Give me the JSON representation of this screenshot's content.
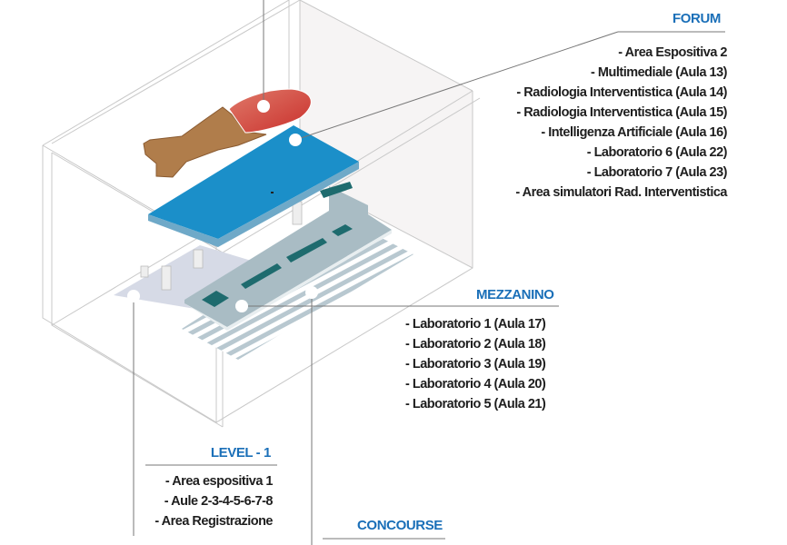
{
  "forum": {
    "title": "FORUM",
    "items": [
      "- Area Espositiva 2",
      "- Multimediale (Aula 13)",
      "- Radiologia Interventistica (Aula 14)",
      "- Radiologia Interventistica (Aula 15)",
      "- Intelligenza Artificiale (Aula 16)",
      "- Laboratorio 6 (Aula 22)",
      "- Laboratorio 7 (Aula 23)",
      "- Area simulatori Rad. Interventistica"
    ]
  },
  "mezzanino": {
    "title": "MEZZANINO",
    "items": [
      "- Laboratorio 1 (Aula 17)",
      "- Laboratorio 2 (Aula 18)",
      "- Laboratorio 3 (Aula 19)",
      "- Laboratorio 4 (Aula 20)",
      "- Laboratorio 5 (Aula 21)"
    ]
  },
  "level1": {
    "title": "LEVEL - 1",
    "items": [
      "- Area espositiva 1",
      "- Aule 2-3-4-5-6-7-8",
      "- Area Registrazione"
    ]
  },
  "concourse": {
    "title": "CONCOURSE"
  },
  "colors": {
    "accent": "#1a6fb8",
    "forum_slab": "#1b8fc9",
    "red_area": "#d9453f",
    "brown_area": "#b07d4b",
    "mezzanine": "#a9bcc4"
  }
}
